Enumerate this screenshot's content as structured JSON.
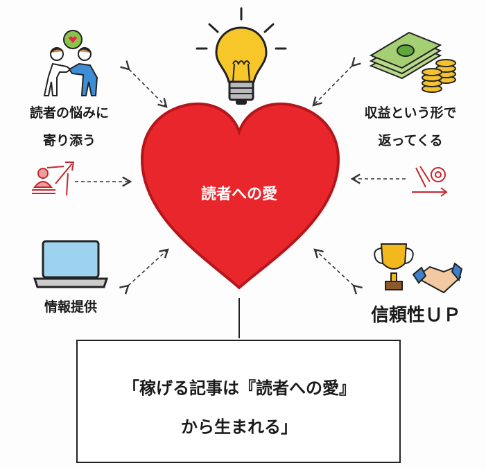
{
  "center": {
    "label": "読者への愛",
    "color": "#e8262b"
  },
  "nodes": {
    "empathy": {
      "line1": "読者の悩みに",
      "line2": "寄り添う",
      "icon": "people-heart-icon"
    },
    "revenue": {
      "line1": "収益という形で",
      "line2": "返ってくる",
      "icon": "money-coins-icon"
    },
    "information": {
      "label": "情報提供",
      "icon": "laptop-icon"
    },
    "trust": {
      "label": "信頼性ＵＰ",
      "icon": "trophy-handshake-icon"
    },
    "idea": {
      "icon": "lightbulb-icon"
    }
  },
  "quote": {
    "line1": "「稼げる記事は『読者への愛』",
    "line2": "から生まれる」"
  }
}
